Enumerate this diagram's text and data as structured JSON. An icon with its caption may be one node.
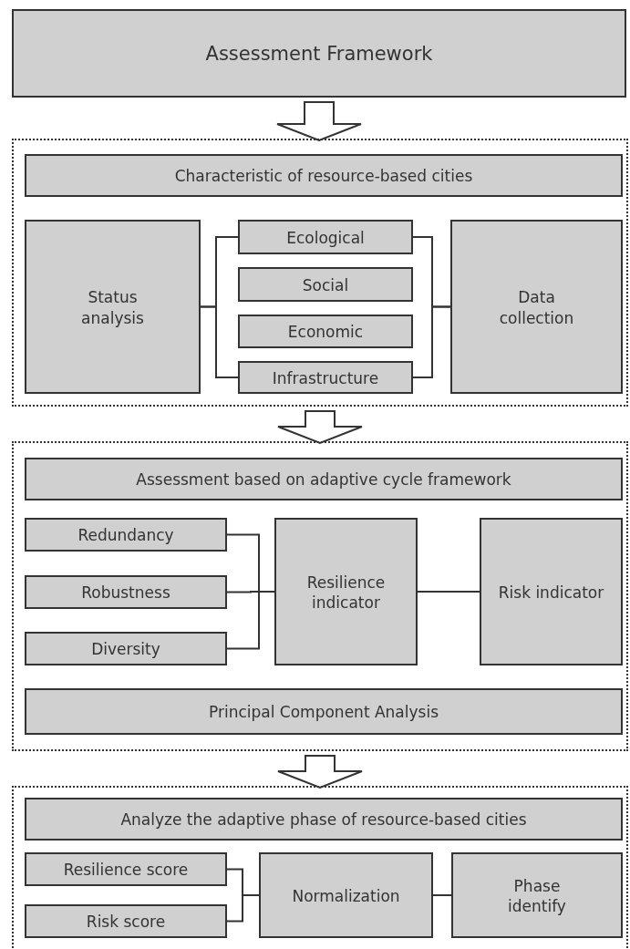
{
  "diagram": {
    "nodes": [
      {
        "text": [
          "Assessment Framework"
        ]
      },
      {
        "text": [],
        "shape": "box"
      },
      {
        "text": [
          "Characteristic of resource-based cities"
        ],
        "in": 1
      },
      {
        "text": [
          "Status analysis"
        ],
        "in": 1
      },
      {
        "text": [
          "Ecological"
        ],
        "in": 1
      },
      {
        "text": [
          "Social"
        ],
        "in": 1
      },
      {
        "text": [
          "Economic"
        ],
        "in": 1
      },
      {
        "text": [
          "Infrastructure"
        ],
        "in": 1
      },
      {
        "text": [
          "Data collection"
        ],
        "in": 1
      },
      {
        "text": [],
        "shape": "box"
      },
      {
        "text": [
          "Assessment based on adaptive cycle framework"
        ],
        "in": 9
      },
      {
        "text": [
          "Redundancy"
        ],
        "in": 9
      },
      {
        "text": [
          "Robustness"
        ],
        "in": 9
      },
      {
        "text": [
          "Diversity"
        ],
        "in": 9
      },
      {
        "text": [
          "Resilience indicator"
        ],
        "in": 9
      },
      {
        "text": [
          "Risk indicator"
        ],
        "in": 9
      },
      {
        "text": [
          "Principal Component Analysis"
        ],
        "in": 9
      },
      {
        "text": [],
        "shape": "box"
      },
      {
        "text": [
          "Analyze the adaptive phase of resource-based cities"
        ],
        "in": 17
      },
      {
        "text": [
          "Resilience score"
        ],
        "in": 17
      },
      {
        "text": [
          "Risk score"
        ],
        "in": 17
      },
      {
        "text": [
          "Normalization"
        ],
        "in": 17
      },
      {
        "text": [
          "Phase identify"
        ],
        "in": 17
      }
    ],
    "edges": [
      {
        "from": 0,
        "to": 1,
        "arrow": "to",
        "style": "thick"
      },
      {
        "from": 1,
        "to": 9,
        "arrow": "to",
        "style": "thick"
      },
      {
        "from": 9,
        "to": 17,
        "arrow": "to",
        "style": "thick"
      },
      {
        "from": 3,
        "to": 4,
        "arrow": "none"
      },
      {
        "from": 3,
        "to": 7,
        "arrow": "none"
      },
      {
        "from": 4,
        "to": 8,
        "arrow": "none"
      },
      {
        "from": 7,
        "to": 8,
        "arrow": "none"
      },
      {
        "from": 11,
        "to": 14,
        "arrow": "none"
      },
      {
        "from": 12,
        "to": 14,
        "arrow": "none"
      },
      {
        "from": 13,
        "to": 14,
        "arrow": "none"
      },
      {
        "from": 14,
        "to": 15,
        "arrow": "none"
      },
      {
        "from": 19,
        "to": 21,
        "arrow": "none"
      },
      {
        "from": 20,
        "to": 21,
        "arrow": "none"
      },
      {
        "from": 21,
        "to": 22,
        "arrow": "none"
      }
    ]
  }
}
